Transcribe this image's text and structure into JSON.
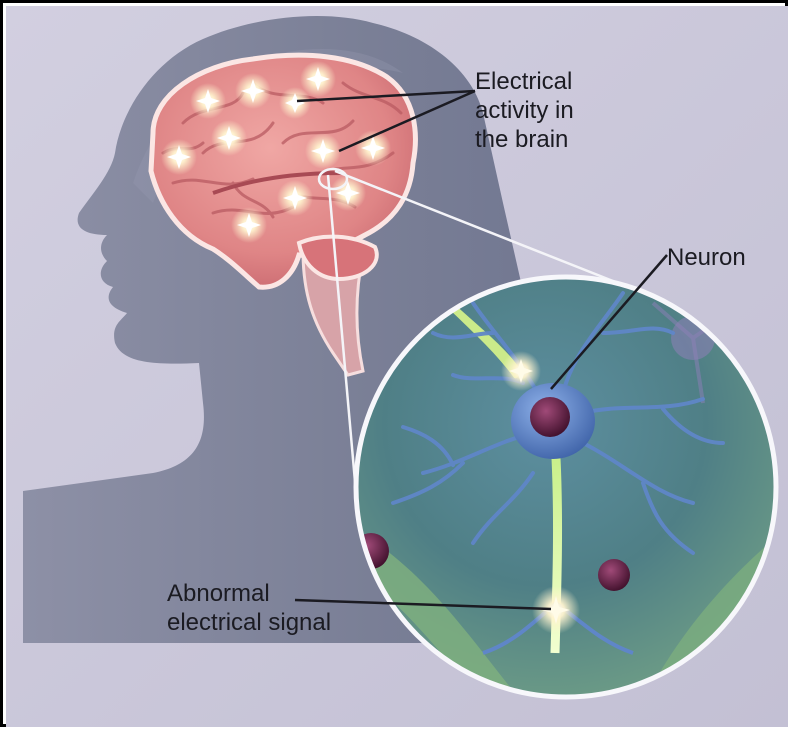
{
  "labels": {
    "electrical_activity": [
      "Electrical",
      "activity in",
      "the brain"
    ],
    "neuron": "Neuron",
    "abnormal_signal": [
      "Abnormal",
      "electrical signal"
    ]
  },
  "colors": {
    "background": "#c9c6d9",
    "head_silhouette": "#7f849a",
    "brain": "#e48f90",
    "brain_outline": "#fbe6e4",
    "spark": "#fff6d8",
    "circle_bg": "#5f8f8c",
    "neuron": "#5f86c8",
    "nucleus": "#5a1f3e",
    "callout_line": "#1b1b22"
  }
}
